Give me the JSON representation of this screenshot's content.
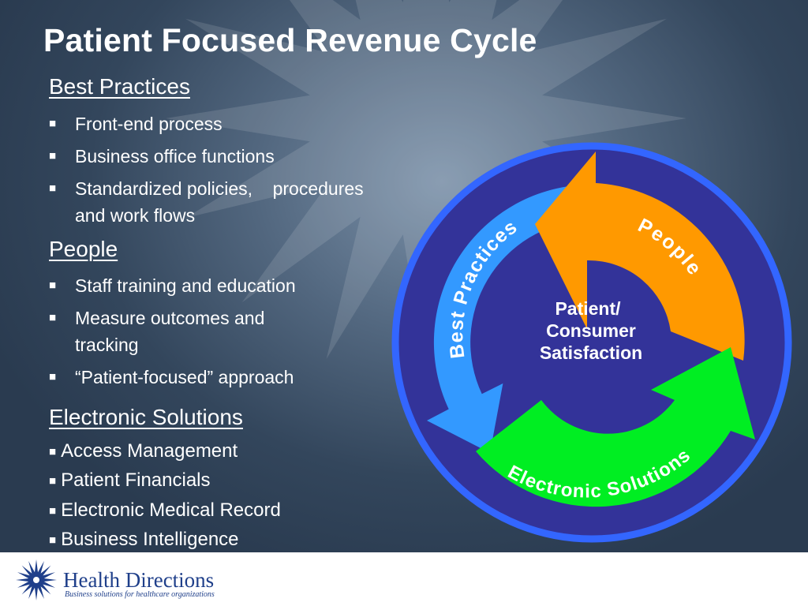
{
  "title": "Patient Focused Revenue Cycle",
  "sections": [
    {
      "heading": "Best Practices",
      "items": [
        "Front-end process",
        "Business office functions",
        "Standardized policies,    procedures",
        "and work flows"
      ]
    },
    {
      "heading": "People",
      "items": [
        "Staff training and education",
        "Measure outcomes and",
        "tracking",
        "“Patient-focused” approach"
      ]
    },
    {
      "heading": "Electronic Solutions",
      "items": [
        "Access Management",
        "Patient Financials",
        "Electronic Medical Record",
        "Business Intelligence"
      ]
    }
  ],
  "diagram": {
    "center": [
      "Patient/",
      "Consumer",
      "Satisfaction"
    ],
    "arrows": [
      {
        "label": "Best Practices",
        "color": "#3399ff"
      },
      {
        "label": "People",
        "color": "#ff9900"
      },
      {
        "label": "Electronic Solutions",
        "color": "#00ee22"
      }
    ],
    "ring_color": "#333399",
    "ring_border": "#3366ff"
  },
  "footer": {
    "brand": "Health Directions",
    "tagline": "Business solutions for healthcare organizations"
  },
  "bullet_glyph": "■",
  "colors": {
    "text": "#ffffff",
    "brand": "#1f3f8a"
  }
}
